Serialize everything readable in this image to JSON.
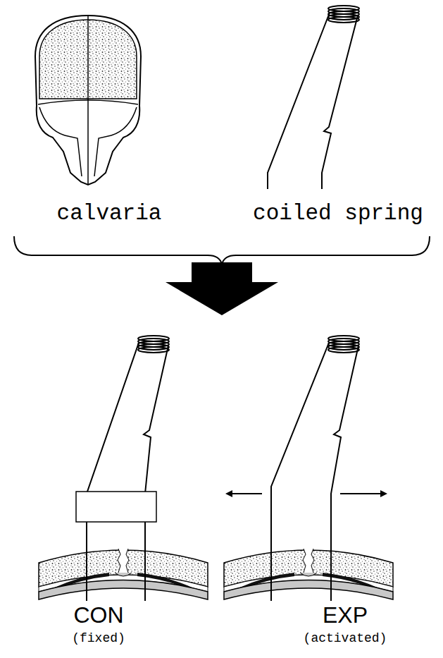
{
  "diagram": {
    "labels": [
      "calvaria",
      "coiled spring",
      "CON",
      "(fixed)",
      "EXP",
      "(activated)"
    ]
  }
}
